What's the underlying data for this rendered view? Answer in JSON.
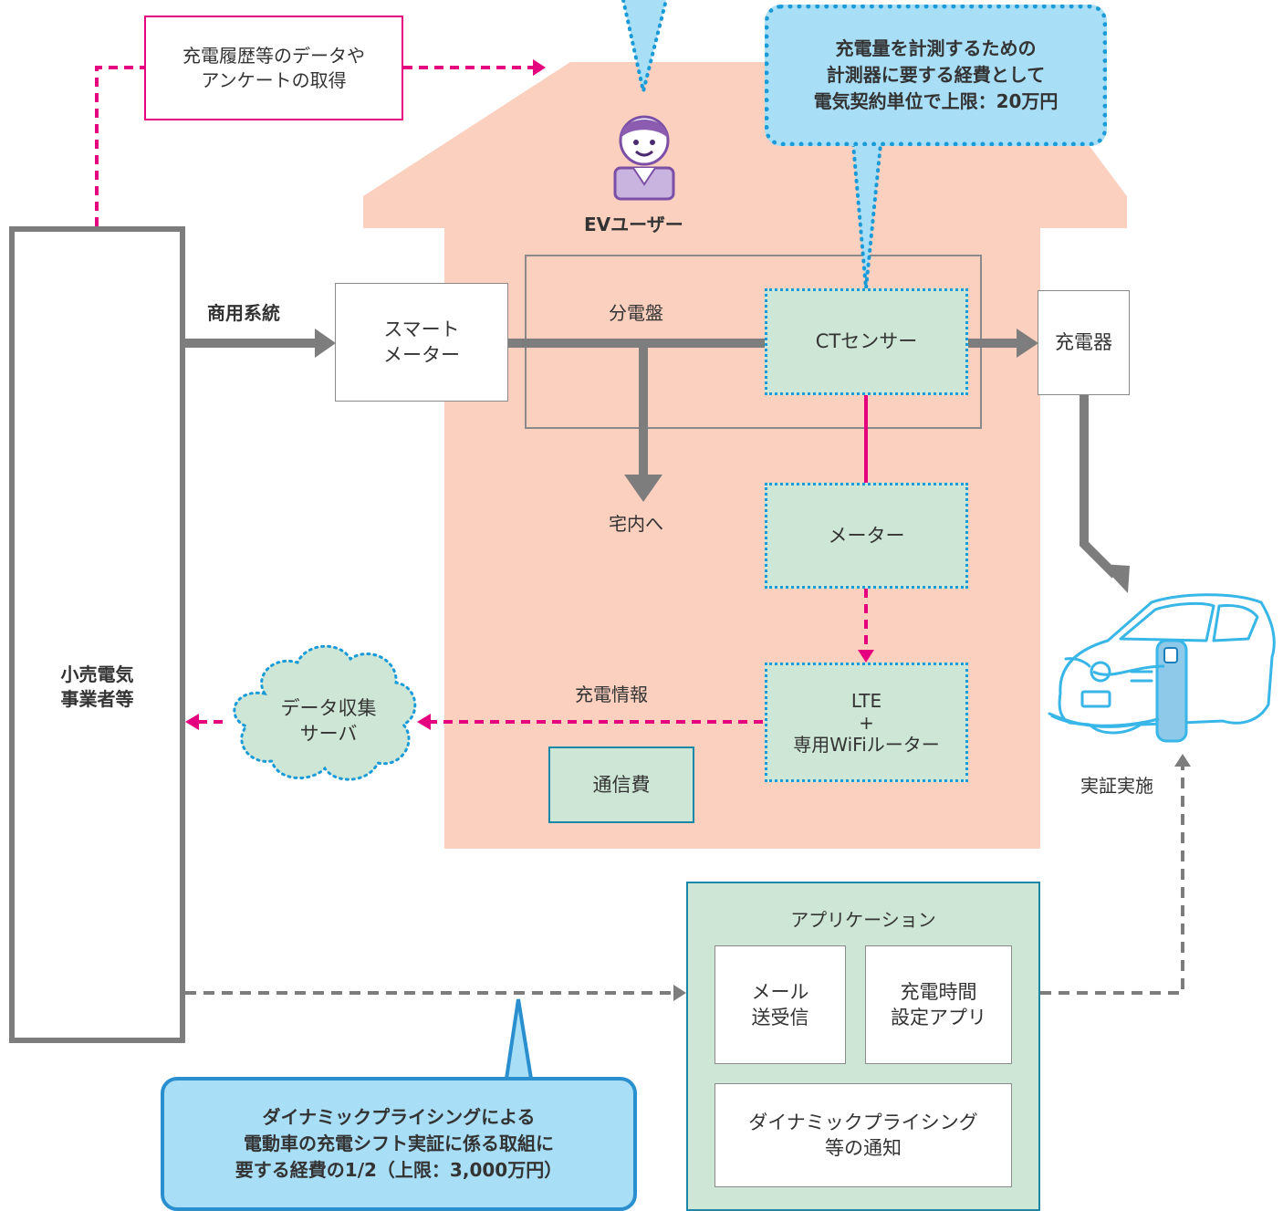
{
  "annotations": {
    "data_acquisition": "充電履歴等のデータや\nアンケートの取得",
    "meter_cost": "充電量を計測するための\n計測器に要する経費として\n電気契約単位で上限：20万円",
    "dynamic_pricing_cost": "ダイナミックプライシングによる\n電動車の充電シフト実証に係る取組に\n要する経費の1/2（上限：3,000万円）"
  },
  "actors": {
    "ev_user": "EVユーザー",
    "retailer": "小売電気\n事業者等"
  },
  "flows": {
    "commercial_grid": "商用系統",
    "to_home": "宅内へ",
    "charging_info": "充電情報",
    "demonstration": "実証実施"
  },
  "components": {
    "smart_meter": "スマート\nメーター",
    "distribution_board": "分電盤",
    "ct_sensor": "CTセンサー",
    "charger": "充電器",
    "meter": "メーター",
    "router": "LTE\n+\n専用WiFiルーター",
    "data_server": "データ収集\nサーバ",
    "communication_cost": "通信費"
  },
  "application": {
    "title": "アプリケーション",
    "mail": "メール\n送受信",
    "charge_time_app": "充電時間\n設定アプリ",
    "notification": "ダイナミックプライシング\n等の通知"
  },
  "colors": {
    "house": "#fbd0bf",
    "magenta": "#e4007f",
    "gray_arrow": "#7d7d7d",
    "green_fill": "#cde6d5",
    "blue_dotted": "#1a9bd7",
    "callout_fill": "#a9def7",
    "callout_border": "#2a8fcf",
    "teal_border": "#1a86a8"
  }
}
